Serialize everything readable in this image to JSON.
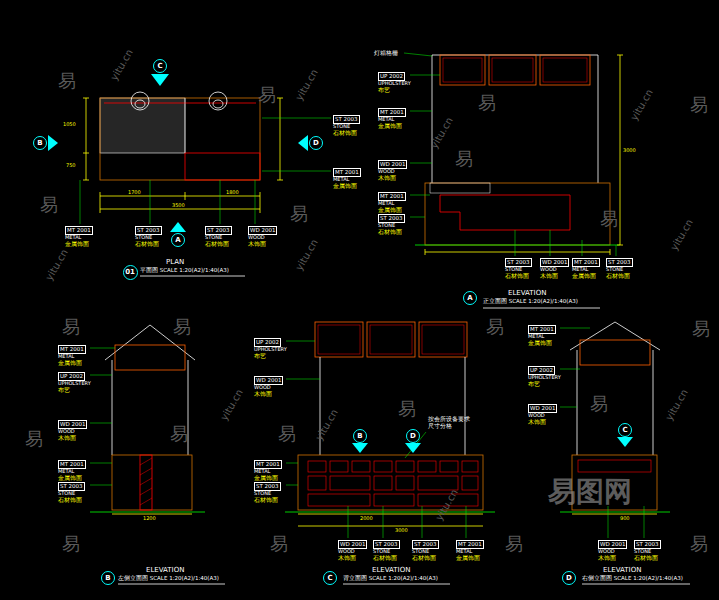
{
  "diagram": {
    "nodes": [
      {
        "text": [
          "C"
        ]
      },
      {
        "text": [
          "B"
        ]
      },
      {
        "text": [
          "D"
        ]
      },
      {
        "text": [
          "A"
        ]
      },
      {
        "text": [
          "01"
        ]
      },
      {
        "text": [
          "A"
        ]
      },
      {
        "text": [
          "B"
        ]
      },
      {
        "text": [
          "D"
        ]
      },
      {
        "text": [
          "C"
        ]
      },
      {
        "text": [
          "B"
        ]
      },
      {
        "text": [
          "C"
        ]
      },
      {
        "text": [
          "D"
        ]
      }
    ],
    "labels": [
      "ST 2003",
      "STONE",
      "石材饰面",
      "MT 2001",
      "METAL",
      "金属饰面",
      "MT 2001",
      "METAL",
      "金属饰面",
      "ST 2003",
      "STONE",
      "石材饰面",
      "ST 2003",
      "STONE",
      "石材饰面",
      "WD 2001",
      "WOOD",
      "木饰面",
      "UP 2002",
      "UPHOLSTERY",
      "布艺",
      "MT 2001",
      "METAL",
      "金属饰面",
      "WD 2001",
      "WOOD",
      "木饰面",
      "MT 2001",
      "METAL",
      "金属饰面",
      "ST 2003",
      "STONE",
      "石材饰面",
      "ST 2003",
      "STONE",
      "石材饰面",
      "WD 2001",
      "WOOD",
      "木饰面",
      "MT 2001",
      "METAL",
      "金属饰面",
      "ST 2003",
      "STONE",
      "石材饰面",
      "MT 2001",
      "METAL",
      "金属饰面",
      "UP 2002",
      "UPHOLSTERY",
      "布艺",
      "WD 2001",
      "WOOD",
      "木饰面",
      "MT 2001",
      "METAL",
      "金属饰面",
      "ST 2003",
      "STONE",
      "石材饰面",
      "UP 2002",
      "UPHOLSTERY",
      "布艺",
      "WD 2001",
      "WOOD",
      "木饰面",
      "MT 2001",
      "METAL",
      "金属饰面",
      "ST 2003",
      "STONE",
      "石材饰面",
      "WD 2001",
      "WOOD",
      "木饰面",
      "ST 2003",
      "STONE",
      "石材饰面",
      "ST 2003",
      "STONE",
      "石材饰面",
      "MT 2001",
      "METAL",
      "金属饰面",
      "MT 2001",
      "METAL",
      "金属饰面",
      "UP 2002",
      "UPHOLSTERY",
      "布艺",
      "WD 2001",
      "WOOD",
      "木饰面",
      "WD 2001",
      "WOOD",
      "木饰面",
      "ST 2003",
      "STONE",
      "石材饰面",
      "PLAN",
      "平面图 SCALE 1:20(A2)/1:40(A3)",
      "ELEVATION",
      "正立面图 SCALE 1:20(A2)/1:40(A3)",
      "ELEVATION",
      "左侧立面图 SCALE 1:20(A2)/1:40(A3)",
      "ELEVATION",
      "背立面图 SCALE 1:20(A2)/1:40(A3)",
      "ELEVATION",
      "右侧立面图 SCALE 1:20(A2)/1:40(A3)",
      "按会所设备要求 尺寸分格",
      "灯箱格栅",
      "1700",
      "1800",
      "3500",
      "1050",
      "750",
      "3000",
      "1200",
      "2000",
      "3000",
      "900",
      "易",
      "易",
      "易",
      "易",
      "易",
      "易",
      "易",
      "易",
      "易",
      "易",
      "易",
      "易",
      "易",
      "易",
      "易",
      "易",
      "易",
      "易",
      "易",
      "易",
      "易",
      "yitu.cn",
      "yitu.cn",
      "yitu.cn",
      "yitu.cn",
      "yitu.cn",
      "yitu.cn",
      "yitu.cn",
      "yitu.cn",
      "yitu.cn",
      "yitu.cn",
      "yitu.cn",
      "易图网"
    ]
  }
}
